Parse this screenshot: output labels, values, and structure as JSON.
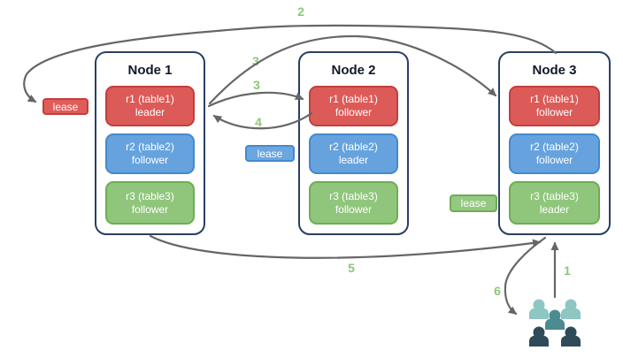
{
  "nodes": [
    {
      "title": "Node 1",
      "replicas": [
        {
          "name": "r1 (table1)",
          "role": "leader",
          "color": "red"
        },
        {
          "name": "r2 (table2)",
          "role": "follower",
          "color": "blue"
        },
        {
          "name": "r3 (table3)",
          "role": "follower",
          "color": "green"
        }
      ]
    },
    {
      "title": "Node 2",
      "replicas": [
        {
          "name": "r1 (table1)",
          "role": "follower",
          "color": "red"
        },
        {
          "name": "r2 (table2)",
          "role": "leader",
          "color": "blue"
        },
        {
          "name": "r3 (table3)",
          "role": "follower",
          "color": "green"
        }
      ]
    },
    {
      "title": "Node 3",
      "replicas": [
        {
          "name": "r1 (table1)",
          "role": "follower",
          "color": "red"
        },
        {
          "name": "r2 (table2)",
          "role": "follower",
          "color": "blue"
        },
        {
          "name": "r3 (table3)",
          "role": "leader",
          "color": "green"
        }
      ]
    }
  ],
  "leases": [
    {
      "label": "lease",
      "color": "red"
    },
    {
      "label": "lease",
      "color": "blue"
    },
    {
      "label": "lease",
      "color": "green"
    }
  ],
  "steps": {
    "n1": "1",
    "n2": "2",
    "n3a": "3",
    "n3b": "3",
    "n4": "4",
    "n5": "5",
    "n6": "6"
  },
  "icons": {
    "users": "users-group-icon"
  },
  "colors": {
    "arrow": "#666666",
    "step_number": "#8bc874",
    "node_border": "#2b3f63",
    "red_fill": "#dc5b58",
    "red_border": "#c13f3c",
    "blue_fill": "#66a3de",
    "blue_border": "#4489cf",
    "green_fill": "#90c67c",
    "green_border": "#6ead53",
    "people_light": "#8ec6c1",
    "people_medium": "#4b8b91",
    "people_dark": "#2d4b59"
  }
}
